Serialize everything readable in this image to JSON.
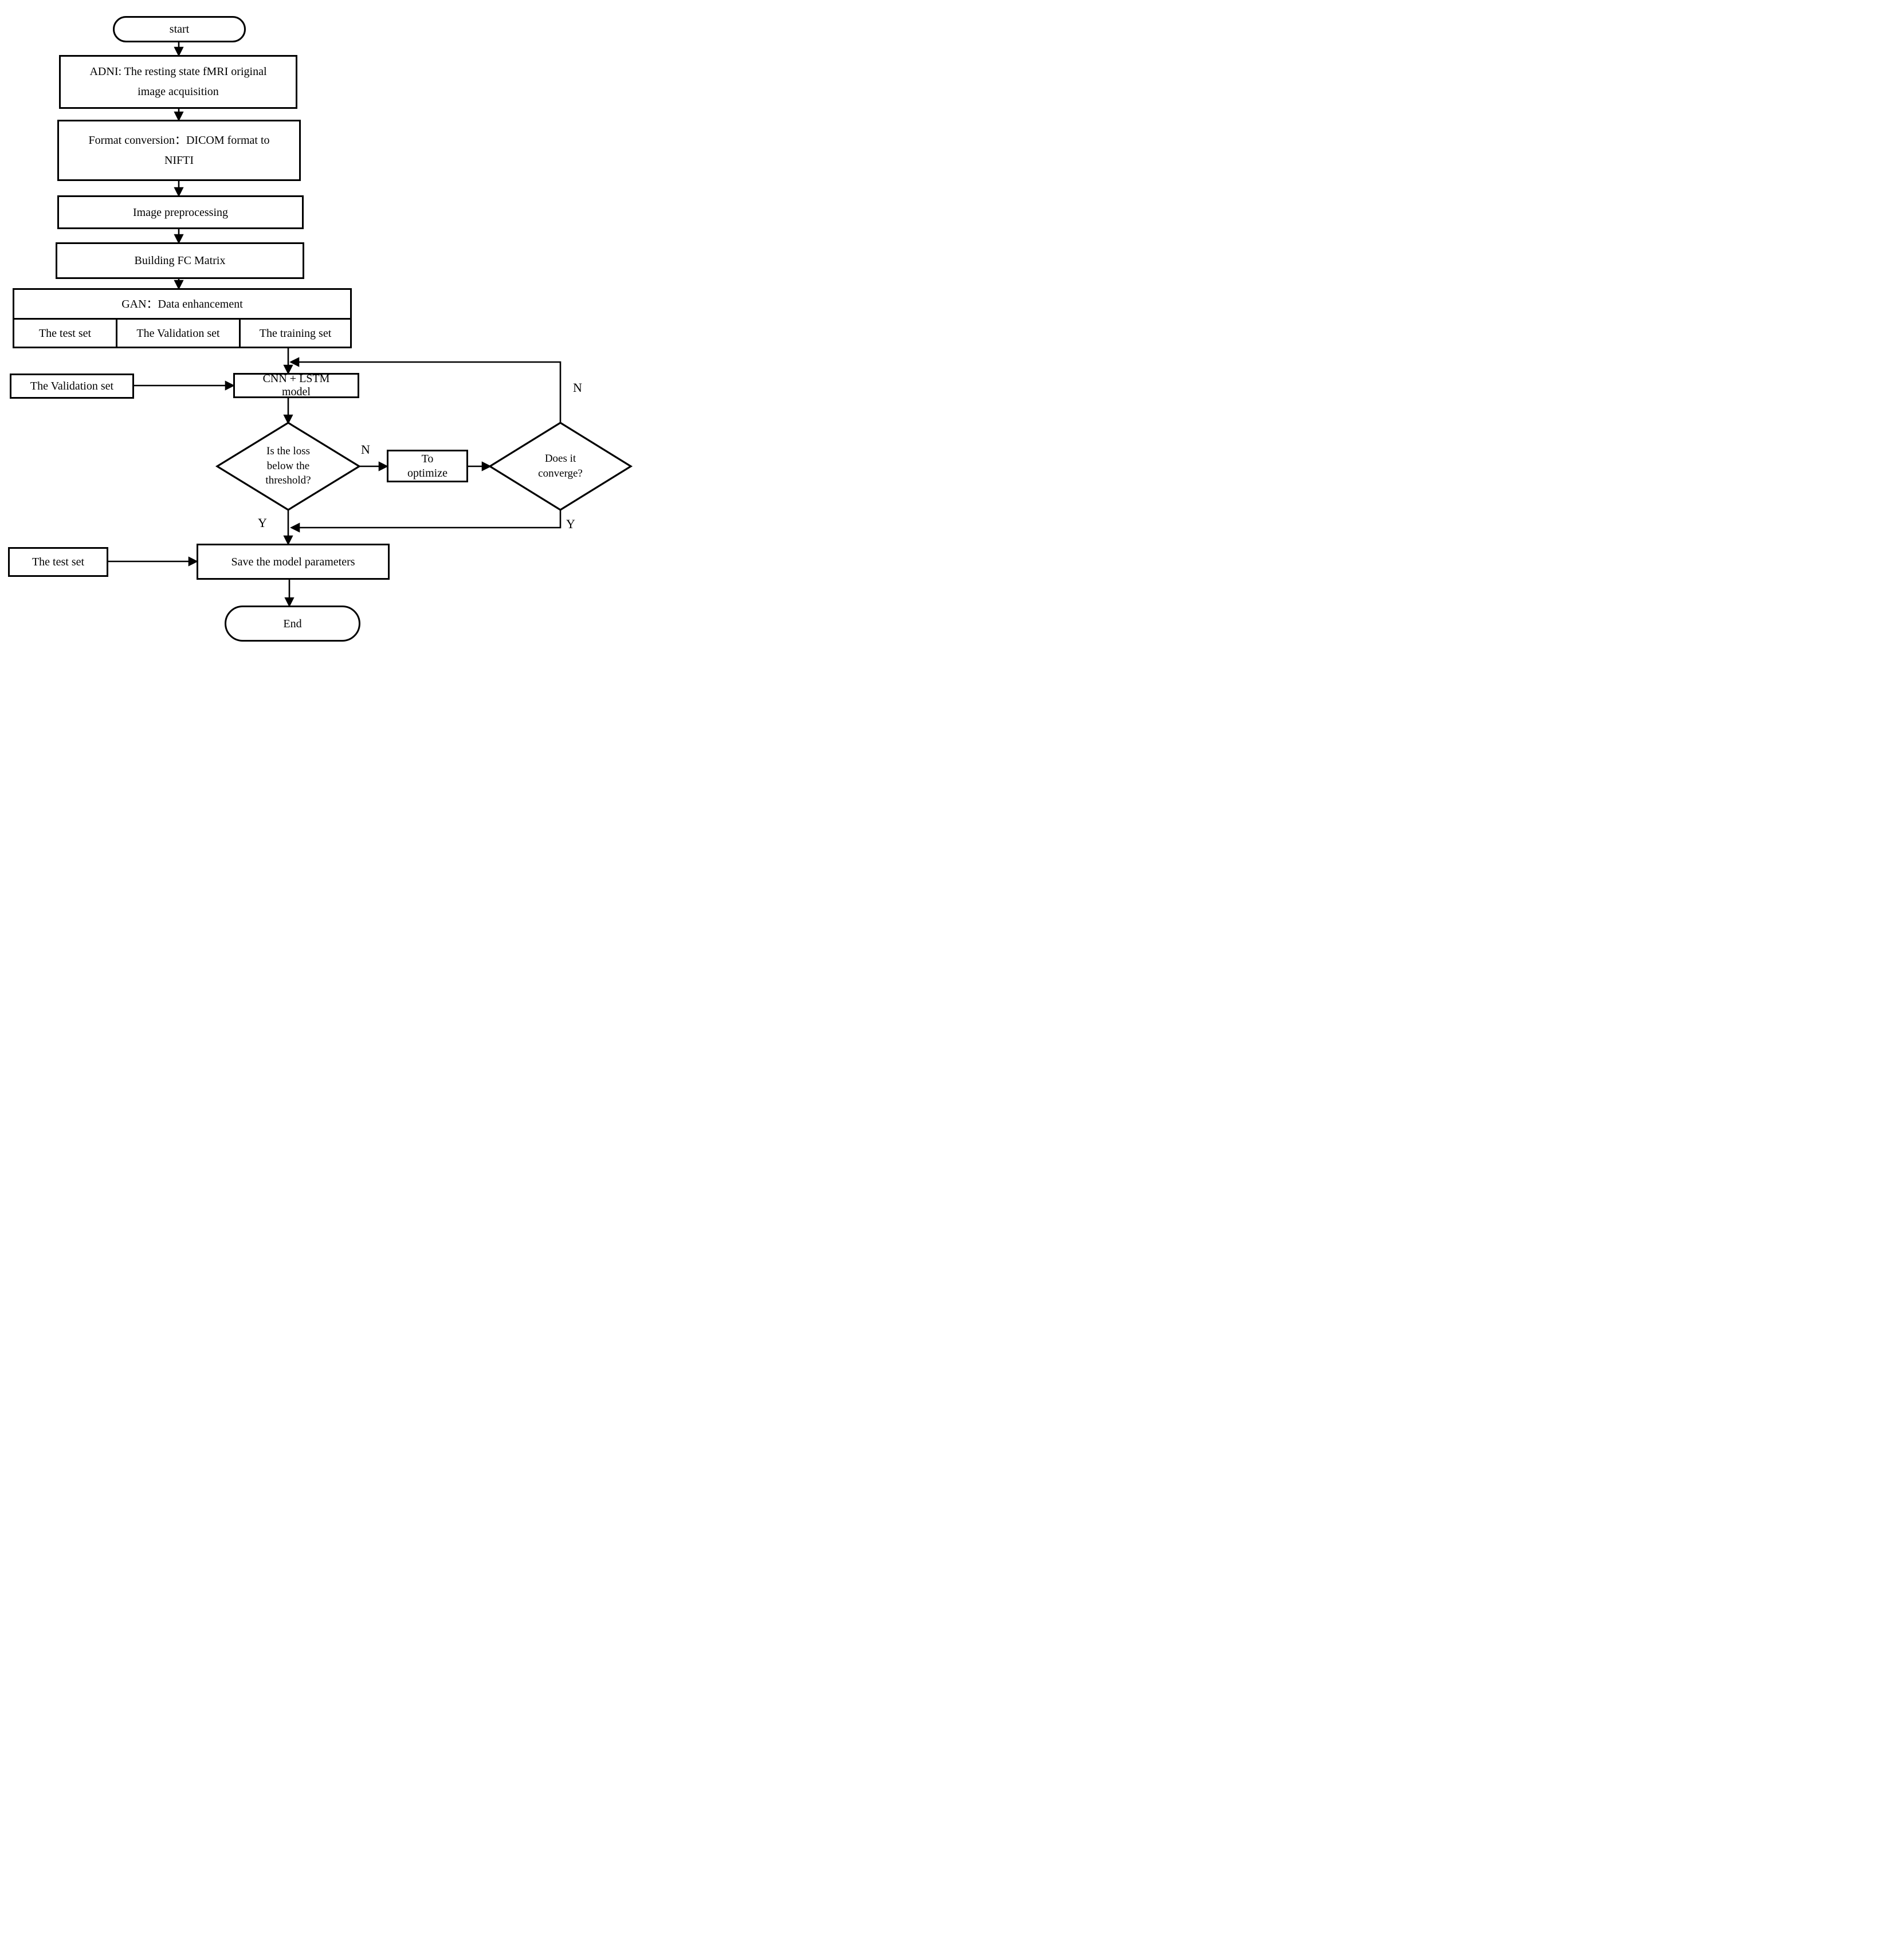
{
  "colors": {
    "background": "#ffffff",
    "stroke": "#000000",
    "text": "#000000"
  },
  "nodes": {
    "start": {
      "label": "start"
    },
    "adni": {
      "lines": [
        "ADNI: The resting state fMRI original",
        "image acquisition"
      ]
    },
    "format": {
      "lines": [
        "Format conversion：DICOM format to",
        "NIFTI"
      ]
    },
    "imgpre": {
      "label": "Image preprocessing"
    },
    "building": {
      "label": "Building FC Matrix"
    },
    "gan": {
      "title": "GAN：Data enhancement",
      "cells": [
        "The test set",
        "The Validation set",
        "The training set"
      ]
    },
    "validation": {
      "label": "The Validation set"
    },
    "cnn": {
      "lines": [
        "CNN + LSTM",
        "model"
      ]
    },
    "loss": {
      "lines": [
        "Is the loss",
        "below the",
        "threshold?"
      ]
    },
    "optimize": {
      "lines": [
        "To",
        "optimize"
      ]
    },
    "converge": {
      "lines": [
        "Does it",
        "converge?"
      ]
    },
    "save": {
      "label": "Save the model parameters"
    },
    "test": {
      "label": "The test set"
    },
    "end": {
      "label": "End"
    }
  },
  "branch_labels": {
    "loss_no": "N",
    "loss_yes": "Y",
    "converge_no": "N",
    "converge_yes": "Y"
  }
}
